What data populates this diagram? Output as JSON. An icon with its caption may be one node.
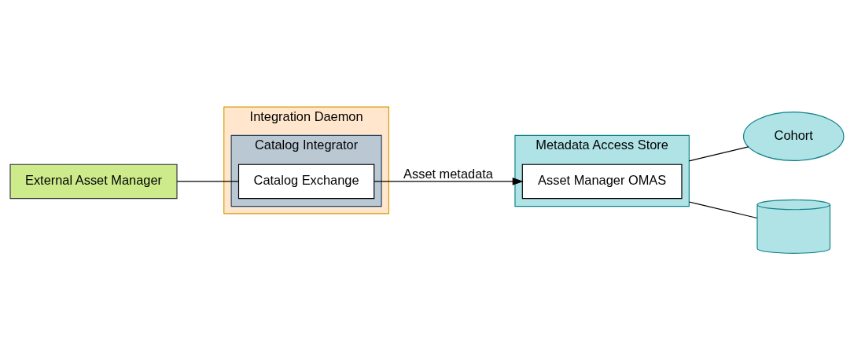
{
  "diagram": {
    "nodes": [
      {
        "text": [
          "External Asset Manager"
        ]
      },
      {
        "text": [
          "Integration Daemon"
        ]
      },
      {
        "text": [
          "Catalog Integrator"
        ],
        "in": 1
      },
      {
        "text": [
          "Catalog Exchange"
        ],
        "in": 2
      },
      {
        "text": [
          "Metadata Access Store"
        ]
      },
      {
        "text": [
          "Asset Manager OMAS"
        ],
        "in": 4
      },
      {
        "text": [
          "Cohort"
        ]
      },
      {
        "text": [],
        "shape": "cylinder"
      }
    ],
    "edges": [
      {
        "from": 0,
        "to": 3,
        "arrow": "none"
      },
      {
        "from": 3,
        "to": 5,
        "arrow": "to",
        "label": "Asset metadata"
      },
      {
        "from": 4,
        "to": 6,
        "arrow": "none"
      },
      {
        "from": 4,
        "to": 7,
        "arrow": "none"
      }
    ]
  }
}
